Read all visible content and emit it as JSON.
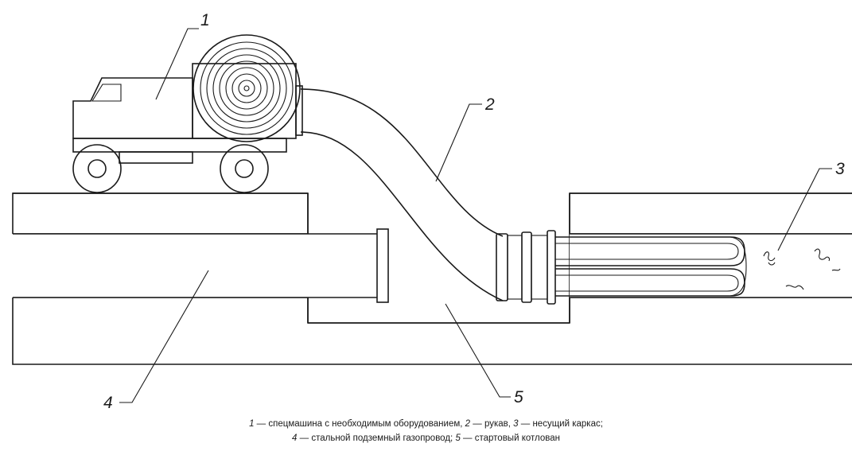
{
  "labels": {
    "l1": "1",
    "l2": "2",
    "l3": "3",
    "l4": "4",
    "l5": "5"
  },
  "caption": {
    "line1": [
      {
        "n": "1",
        "t": " — спецмашина с необходимым оборудованием, "
      },
      {
        "n": "2",
        "t": " — рукав, "
      },
      {
        "n": "3",
        "t": " — несущий каркас;"
      }
    ],
    "line2": [
      {
        "n": "4",
        "t": " — стальной подземный газопровод; "
      },
      {
        "n": "5",
        "t": " — стартовый котлован"
      }
    ]
  }
}
